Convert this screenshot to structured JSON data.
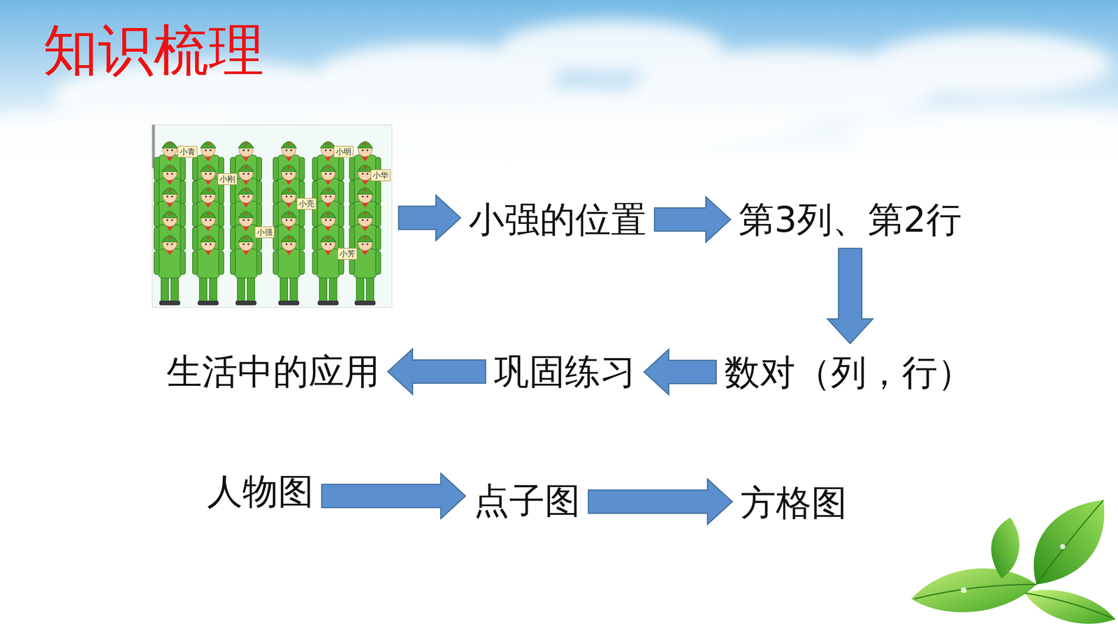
{
  "diagram": {
    "title": "知识梳理",
    "nodes": [
      {
        "text": [
          "小青",
          "小明",
          "小华",
          "小刚",
          "小亮",
          "小强",
          "小芳"
        ]
      },
      {
        "text": [
          "小强的位置"
        ]
      },
      {
        "text": [
          "第3列、第2行"
        ]
      },
      {
        "text": [
          "数对（列，行）"
        ]
      },
      {
        "text": [
          "巩固练习"
        ]
      },
      {
        "text": [
          "生活中的应用"
        ]
      },
      {
        "text": [
          "人物图"
        ]
      },
      {
        "text": [
          "点子图"
        ]
      },
      {
        "text": [
          "方格图"
        ]
      }
    ],
    "edges": [
      {
        "from": 0,
        "to": 1,
        "arrow": "to"
      },
      {
        "from": 1,
        "to": 2,
        "arrow": "to"
      },
      {
        "from": 2,
        "to": 3,
        "arrow": "to"
      },
      {
        "from": 3,
        "to": 4,
        "arrow": "to"
      },
      {
        "from": 4,
        "to": 5,
        "arrow": "to"
      },
      {
        "from": 6,
        "to": 7,
        "arrow": "to"
      },
      {
        "from": 7,
        "to": 8,
        "arrow": "to"
      }
    ]
  }
}
